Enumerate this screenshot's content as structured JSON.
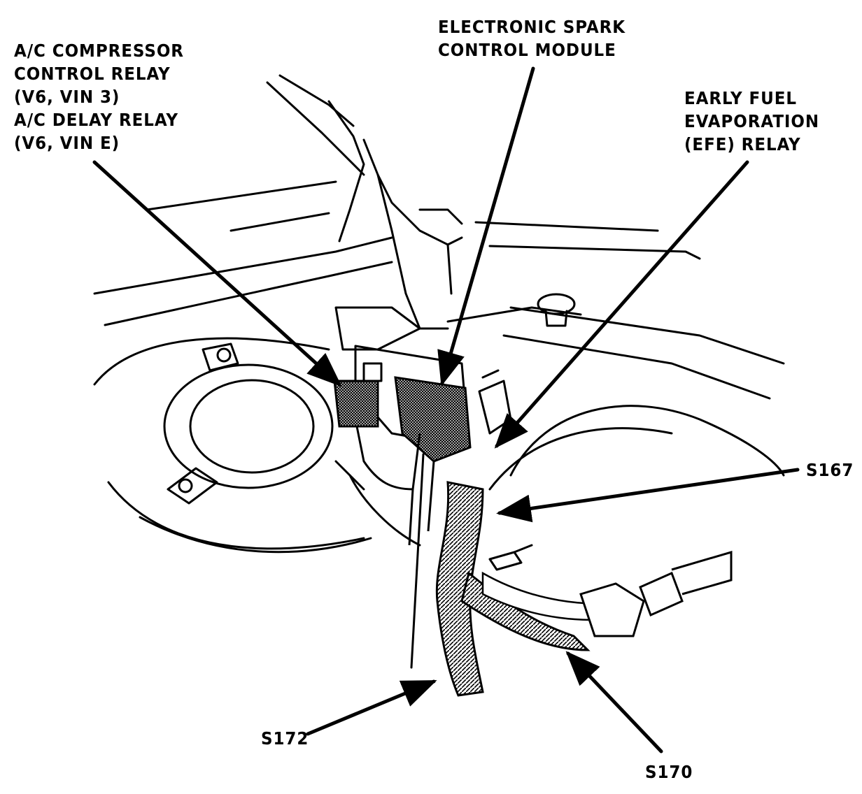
{
  "diagram": {
    "labels": {
      "ac_relays": [
        "A/C COMPRESSOR",
        "CONTROL RELAY",
        "(V6, VIN 3)",
        "A/C DELAY RELAY",
        "(V6, VIN E)"
      ],
      "esc_module": [
        "ELECTRONIC SPARK",
        "CONTROL MODULE"
      ],
      "efe_relay": [
        "EARLY FUEL",
        "EVAPORATION",
        "(EFE) RELAY"
      ],
      "s167": "S167",
      "s172": "S172",
      "s170": "S170"
    },
    "colors": {
      "ink": "#000000",
      "paper": "#ffffff"
    }
  }
}
